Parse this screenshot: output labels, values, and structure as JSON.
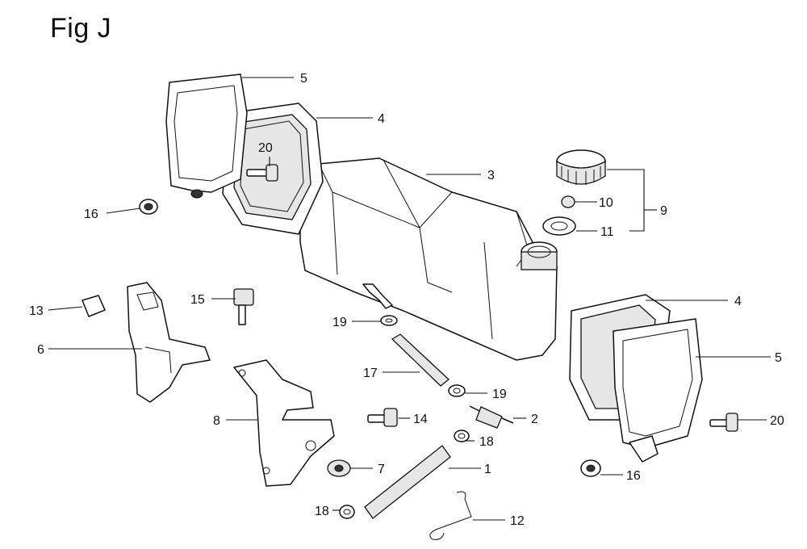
{
  "figure": {
    "title": "Fig J"
  },
  "callouts": {
    "c1": "1",
    "c2": "2",
    "c3": "3",
    "c4a": "4",
    "c4b": "4",
    "c5a": "5",
    "c5b": "5",
    "c6": "6",
    "c7": "7",
    "c8": "8",
    "c9": "9",
    "c10": "10",
    "c11": "11",
    "c12": "12",
    "c13": "13",
    "c14": "14",
    "c15": "15",
    "c16a": "16",
    "c16b": "16",
    "c17": "17",
    "c18a": "18",
    "c18b": "18",
    "c19a": "19",
    "c19b": "19",
    "c20a": "20",
    "c20b": "20"
  }
}
